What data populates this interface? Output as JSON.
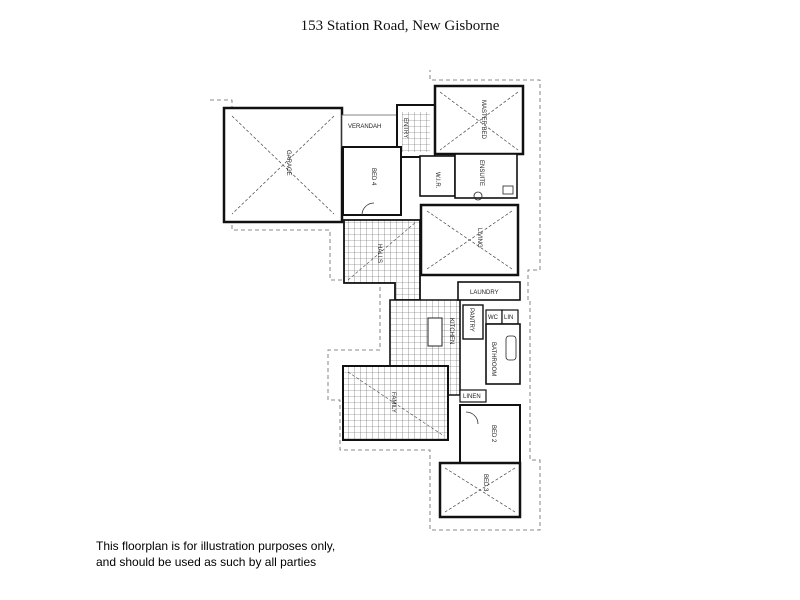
{
  "title": "153 Station Road, New Gisborne",
  "rooms": {
    "verandah": "VERANDAH",
    "garage": "GARAGE",
    "entry": "ENTRY",
    "bed4": "BED 4",
    "master_bed": "MASTER BED",
    "wir": "W.I.R.",
    "ensuite": "ENSUITE",
    "living": "LIVING",
    "halls": "HALLS",
    "laundry": "LAUNDRY",
    "pantry": "PANTRY",
    "kitchen": "KITCHEN",
    "bathroom": "BATHROOM",
    "wc": "WC",
    "linen_small": "LIN",
    "family": "FAMILY",
    "linen": "LINEN",
    "bed2": "BED 2",
    "bed3": "BED 3"
  },
  "disclaimer": {
    "line1": "This floorplan is for illustration purposes only,",
    "line2": "and should be used as such by all parties"
  }
}
